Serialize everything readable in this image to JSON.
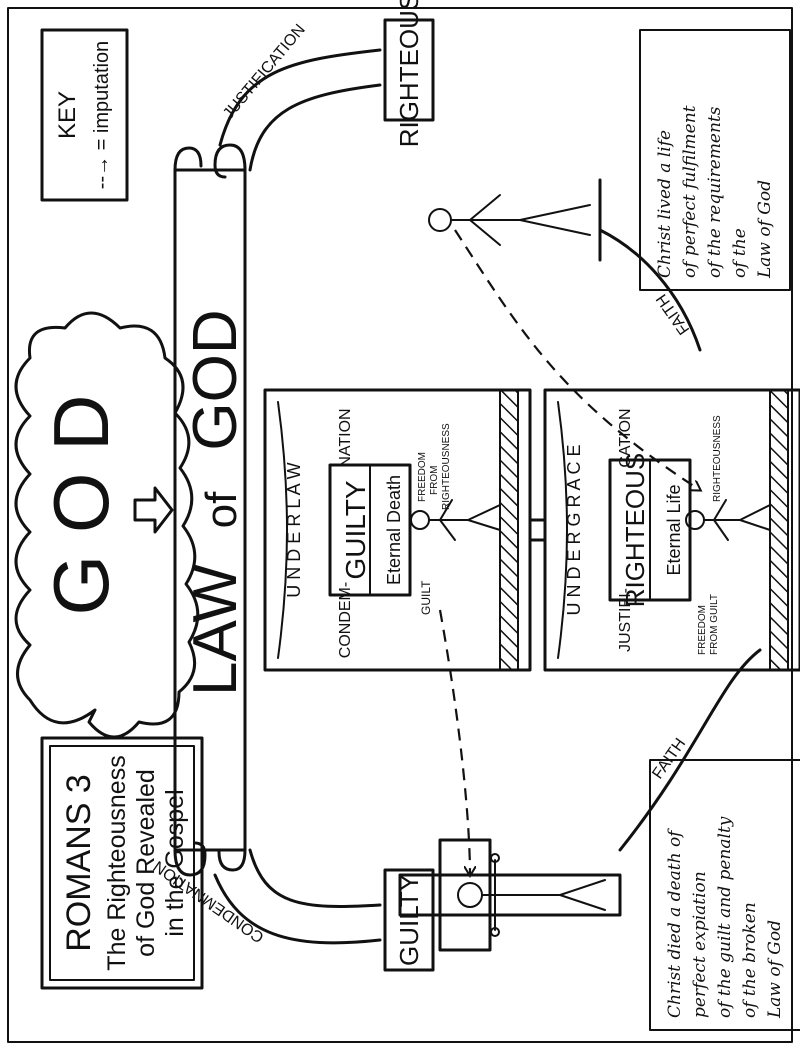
{
  "key": {
    "title": "KEY",
    "legend": "--→ = imputation"
  },
  "god": "G O D",
  "law_of_god": {
    "law": "LAW",
    "of": "of",
    "god": "GOD"
  },
  "title_box": {
    "line1": "ROMANS 3",
    "line2": "The Righteousness",
    "line3": "of God Revealed",
    "line4": "in the Gospel"
  },
  "paths": {
    "justification": "JUSTIFICATION",
    "condemnation": "CONDEMNATION",
    "faith_top": "FAITH",
    "faith_bottom": "FAITH"
  },
  "outcomes": {
    "righteous": "RIGHTEOUS",
    "guilty": "GUILTY"
  },
  "under_law": {
    "header": "U N D E R     L A W",
    "sub_left": "CONDEM-",
    "sub_right": "NATION",
    "state": "GUILTY",
    "result": "Eternal Death",
    "freedom": [
      "FREEDOM",
      "FROM",
      "RIGHTEOUSNESS"
    ],
    "guilt": "GUILT"
  },
  "under_grace": {
    "header": "U N D E R     G R A C E",
    "sub_left": "JUSTIFI-",
    "sub_right": "CATION",
    "state": "RIGHTEOUS",
    "result": "Eternal Life",
    "righteousness": "RIGHTEOUSNESS",
    "freedom": [
      "FREEDOM",
      "FROM GUILT"
    ]
  },
  "notes": {
    "life": [
      "Christ lived a life",
      "of perfect fulfilment",
      "of the requirements",
      "of the",
      "Law of God"
    ],
    "death": [
      "Christ died a death of",
      "perfect expiation",
      "of the guilt and penalty",
      "of the broken",
      "Law of God"
    ]
  }
}
